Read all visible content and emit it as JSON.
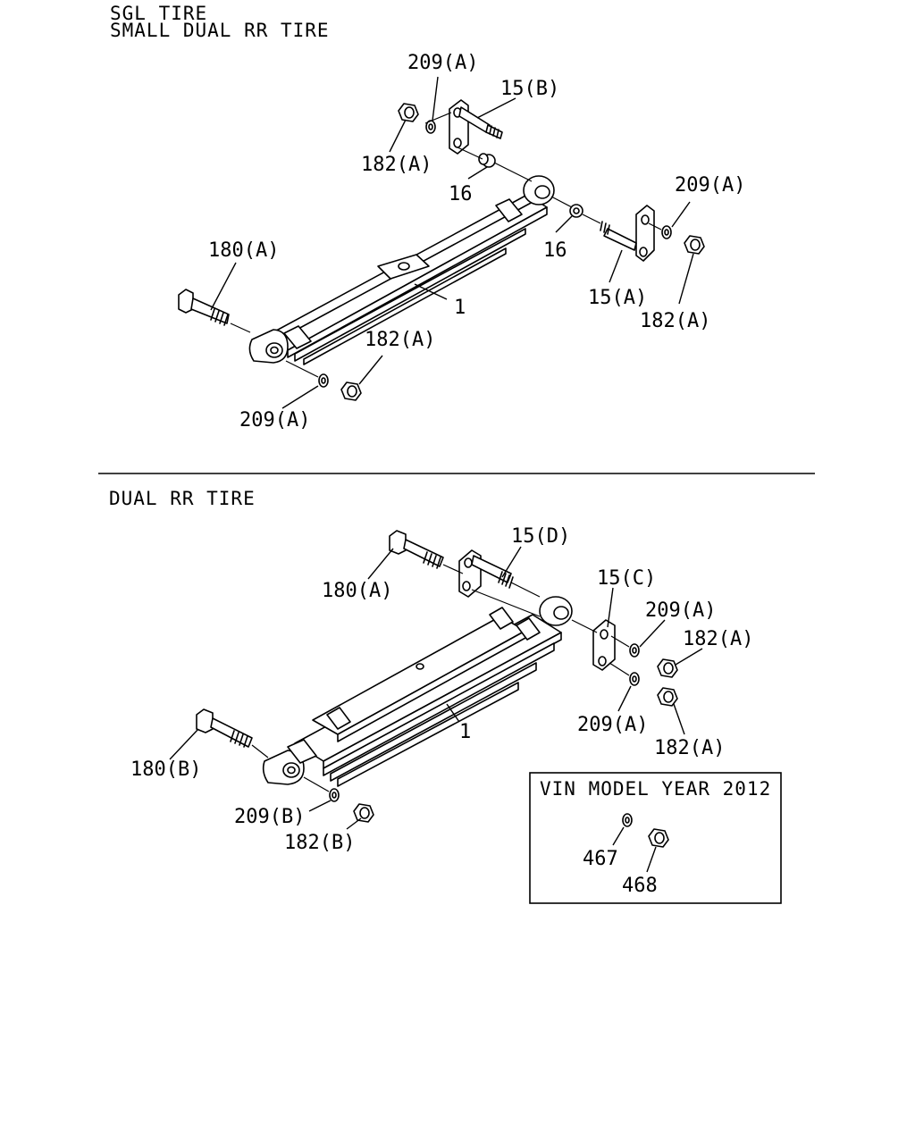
{
  "sections": {
    "top": {
      "heading_line1": "SGL TIRE",
      "heading_line2": "SMALL DUAL RR TIRE",
      "callouts": {
        "washer_top": "209(A)",
        "shackle_b": "15(B)",
        "nut_top": "182(A)",
        "bushing_upper": "16",
        "washer_right": "209(A)",
        "bushing_lower": "16",
        "spring": "1",
        "bolt": "180(A)",
        "shackle_a": "15(A)",
        "nut_right": "182(A)",
        "nut_front": "182(A)",
        "washer_front": "209(A)"
      }
    },
    "bottom": {
      "heading": "DUAL RR TIRE",
      "callouts": {
        "shackle_d": "15(D)",
        "bolt_a": "180(A)",
        "shackle_c": "15(C)",
        "washer_upper": "209(A)",
        "nut_upper": "182(A)",
        "washer_lower": "209(A)",
        "nut_lower": "182(A)",
        "spring": "1",
        "bolt_b": "180(B)",
        "washer_b": "209(B)",
        "nut_b": "182(B)"
      }
    },
    "vin_box": {
      "title": "VIN MODEL YEAR 2012",
      "washer": "467",
      "nut": "468"
    }
  }
}
